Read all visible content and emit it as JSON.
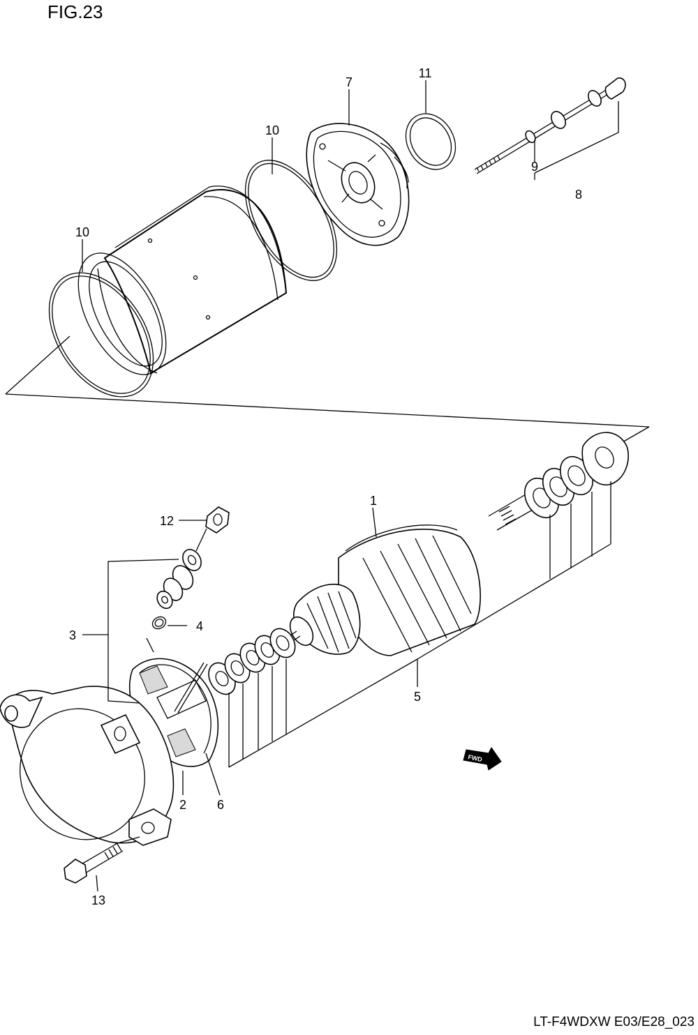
{
  "figure": {
    "title": "FIG.23"
  },
  "callouts": {
    "c1": "1",
    "c2": "2",
    "c3": "3",
    "c4": "4",
    "c5": "5",
    "c6": "6",
    "c7": "7",
    "c8": "8",
    "c9": "9",
    "c10_top": "10",
    "c10_left": "10",
    "c11": "11",
    "c12": "12",
    "c13": "13"
  },
  "fwd_marker": {
    "label": "FWD"
  },
  "footer": {
    "code": "LT-F4WDXW E03/E28_023"
  }
}
